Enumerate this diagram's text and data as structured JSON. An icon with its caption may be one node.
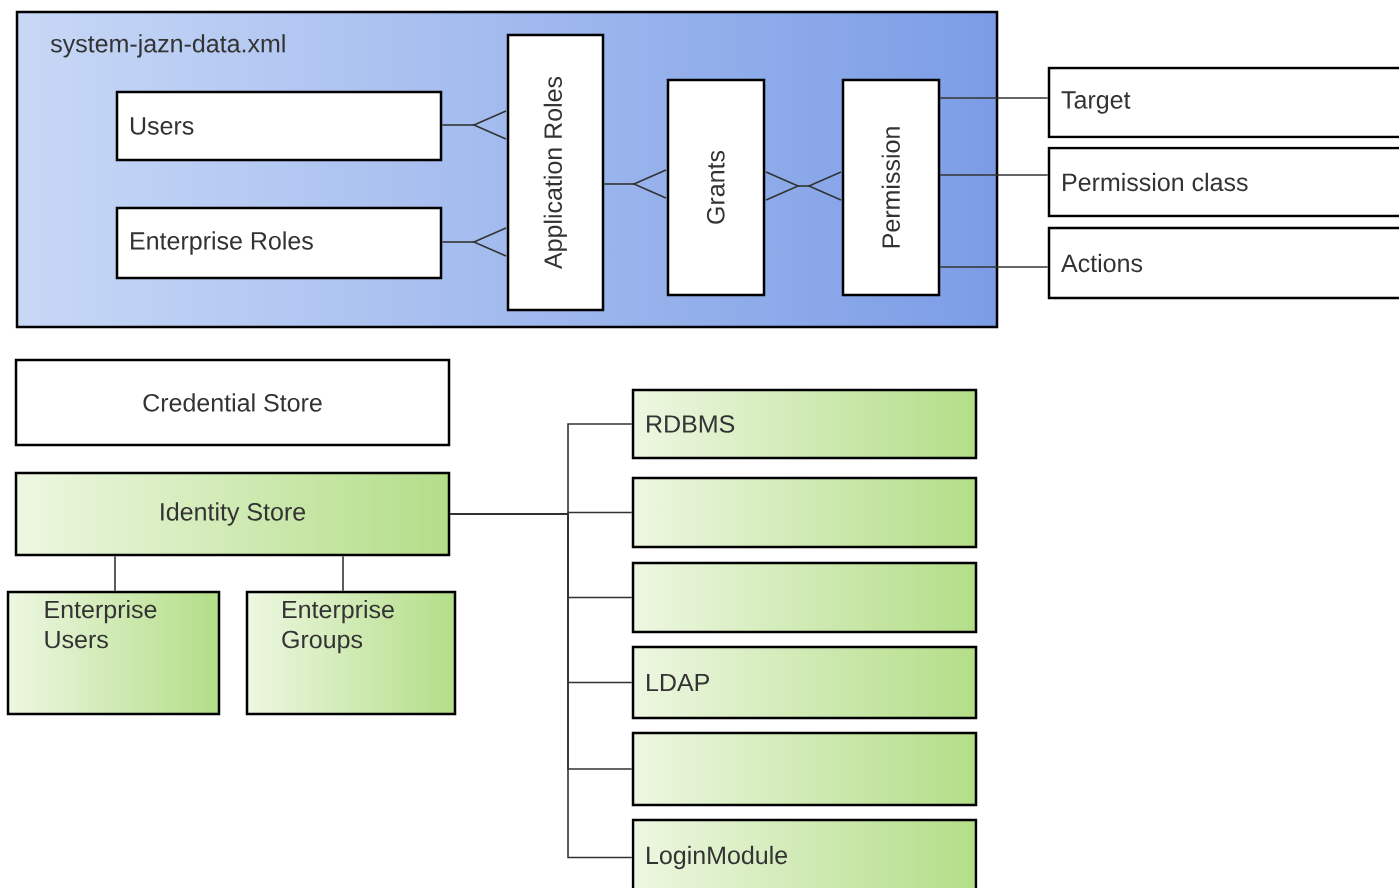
{
  "diagram": {
    "nodes": [
      {
        "text": [
          "system-jazn-data.xml"
        ]
      },
      {
        "text": [
          "Users"
        ],
        "in": 0
      },
      {
        "text": [
          "Enterprise Roles"
        ],
        "in": 0
      },
      {
        "text": [
          "Application Roles"
        ],
        "in": 0
      },
      {
        "text": [
          "Grants"
        ],
        "in": 0
      },
      {
        "text": [
          "Permission"
        ],
        "in": 0
      },
      {
        "text": [
          "Target"
        ]
      },
      {
        "text": [
          "Permission class"
        ]
      },
      {
        "text": [
          "Actions"
        ]
      },
      {
        "text": [
          "Credential Store"
        ]
      },
      {
        "text": [
          "Identity Store"
        ]
      },
      {
        "text": [
          "Enterprise Users"
        ]
      },
      {
        "text": [
          "Enterprise Groups"
        ]
      },
      {
        "text": [
          "RDBMS"
        ]
      },
      {
        "text": [],
        "shape": "box"
      },
      {
        "text": [],
        "shape": "box"
      },
      {
        "text": [
          "LDAP"
        ]
      },
      {
        "text": [],
        "shape": "box"
      },
      {
        "text": [
          "LoginModule"
        ]
      }
    ],
    "edges": [
      {
        "from": 1,
        "to": 3,
        "arrow": "other"
      },
      {
        "from": 2,
        "to": 3,
        "arrow": "other"
      },
      {
        "from": 3,
        "to": 4,
        "arrow": "other"
      },
      {
        "from": 4,
        "to": 5,
        "arrow": "other"
      },
      {
        "from": 5,
        "to": 6,
        "arrow": "none"
      },
      {
        "from": 5,
        "to": 7,
        "arrow": "none"
      },
      {
        "from": 5,
        "to": 8,
        "arrow": "none"
      },
      {
        "from": 10,
        "to": 11,
        "arrow": "none"
      },
      {
        "from": 10,
        "to": 12,
        "arrow": "none"
      },
      {
        "from": 10,
        "to": 13,
        "arrow": "none"
      },
      {
        "from": 10,
        "to": 14,
        "arrow": "none"
      },
      {
        "from": 10,
        "to": 15,
        "arrow": "none"
      },
      {
        "from": 10,
        "to": 16,
        "arrow": "none"
      },
      {
        "from": 10,
        "to": 17,
        "arrow": "none"
      },
      {
        "from": 10,
        "to": 18,
        "arrow": "none"
      }
    ]
  }
}
